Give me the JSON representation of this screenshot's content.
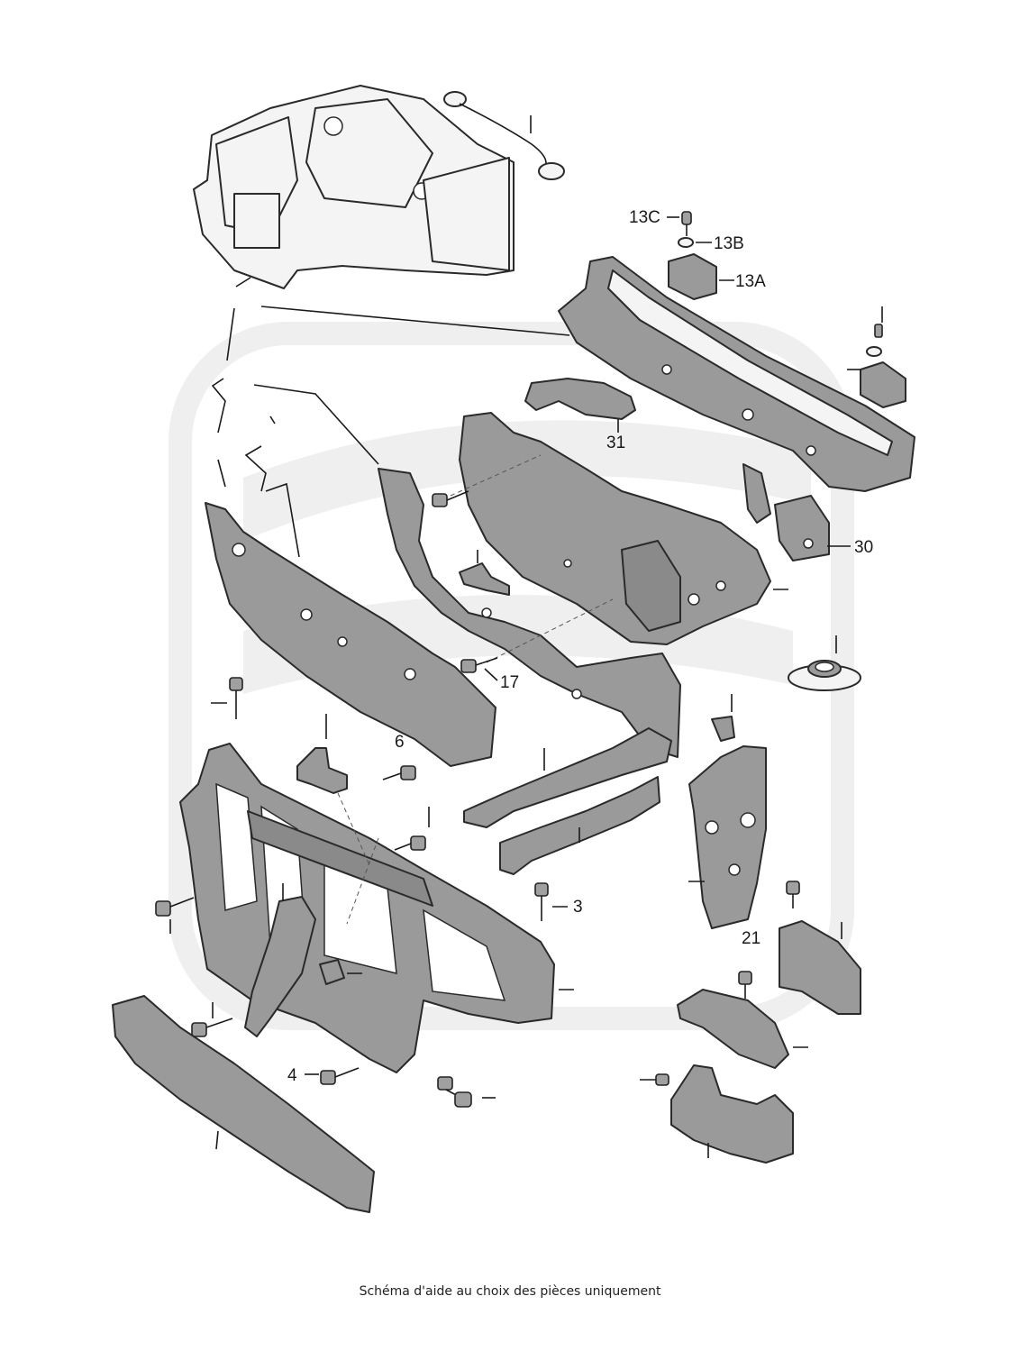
{
  "callouts": {
    "c13c": "13C",
    "c13b": "13B",
    "c13a": "13A",
    "c31": "31",
    "c30": "30",
    "c17": "17",
    "c6": "6",
    "c3": "3",
    "c21": "21",
    "c4": "4"
  },
  "caption": "Schéma d'aide au choix des pièces uniquement",
  "colors": {
    "part_fill": "#9a9a9a",
    "line": "#2a2a2a",
    "watermark": "#efefef"
  }
}
